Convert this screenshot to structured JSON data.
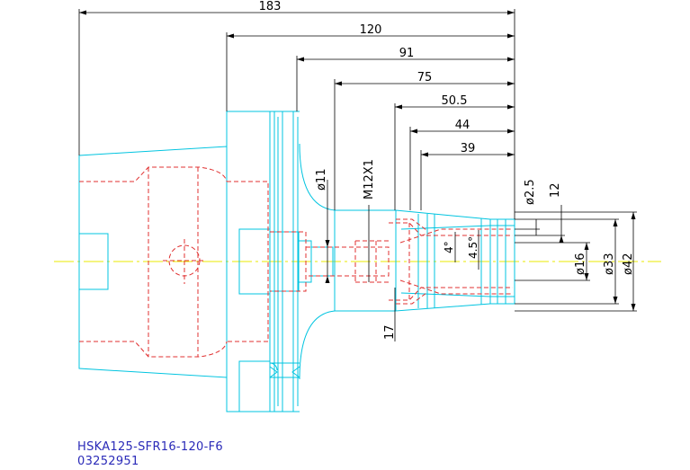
{
  "title_block": {
    "part_number": "HSKA125-SFR16-120-F6",
    "code": "03252951"
  },
  "dimensions": {
    "overall_length": "183",
    "length_120": "120",
    "length_91": "91",
    "length_75": "75",
    "length_50_5": "50.5",
    "length_44": "44",
    "length_39": "39",
    "bore_diameter": "ø11",
    "thread": "M12X1",
    "small_bore": "ø2.5",
    "depth_12": "12",
    "collet_diameter": "ø16",
    "diameter_33": "ø33",
    "diameter_42": "ø42",
    "length_17": "17",
    "angle_4": "4°",
    "angle_4_5": "4.5°"
  },
  "colors": {
    "outline": "#00c4e0",
    "hidden": "#e03030",
    "centerline": "#e8e800",
    "dimension": "#000000",
    "caption": "#2a2ab8",
    "background": "#ffffff"
  }
}
